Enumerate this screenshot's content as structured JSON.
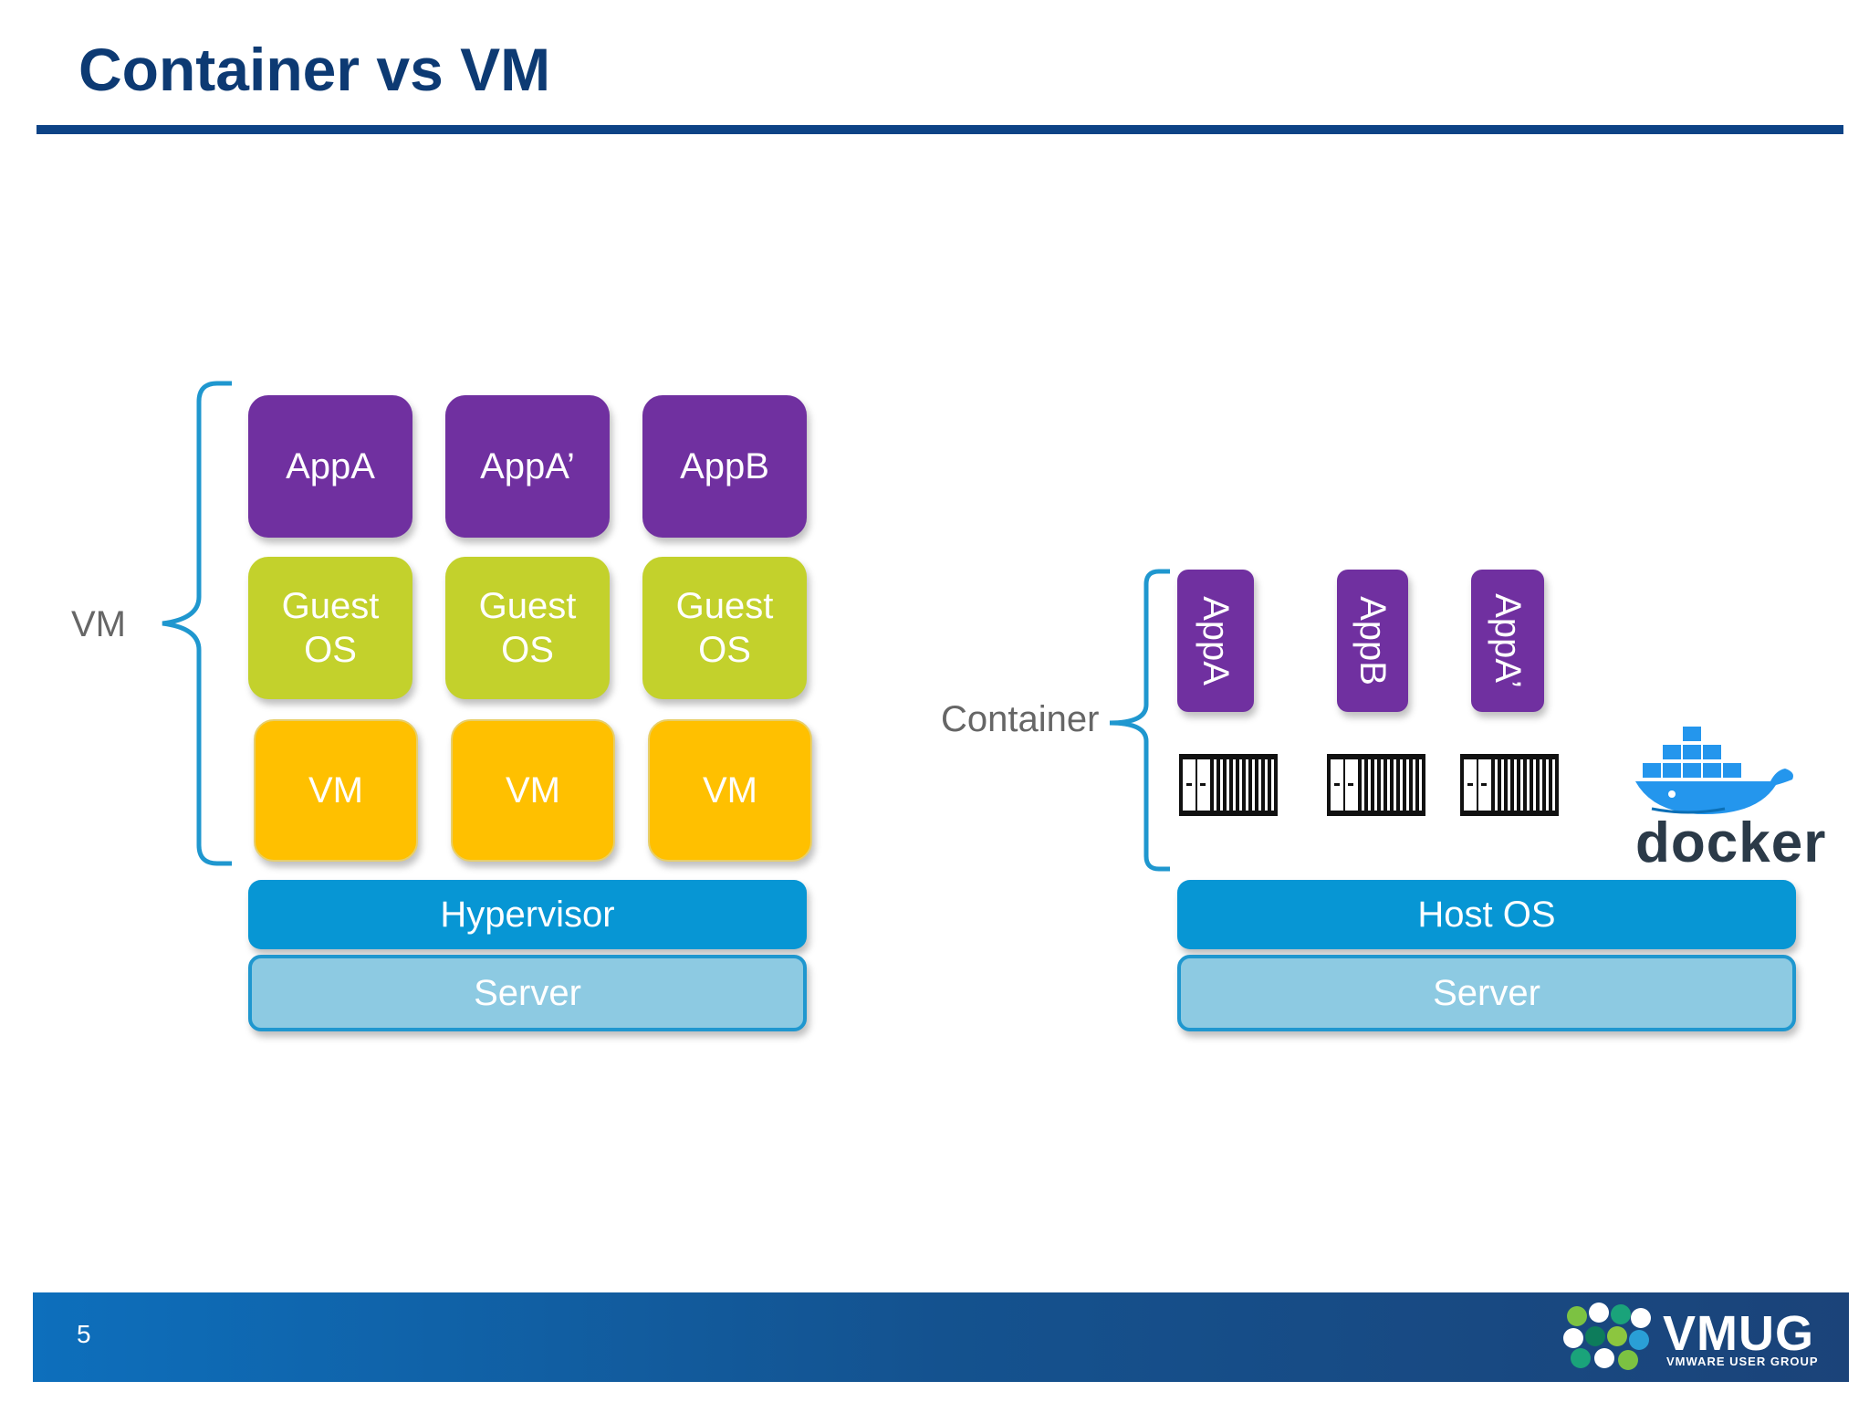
{
  "slide": {
    "title": "Container vs VM",
    "page_number": "5"
  },
  "vm_stack": {
    "brace_label": "VM",
    "apps": [
      "AppA",
      "AppA’",
      "AppB"
    ],
    "guest_os": [
      "Guest\nOS",
      "Guest\nOS",
      "Guest\nOS"
    ],
    "vms": [
      "VM",
      "VM",
      "VM"
    ],
    "hypervisor": "Hypervisor",
    "server": "Server"
  },
  "container_stack": {
    "brace_label": "Container",
    "apps": [
      "AppA",
      "AppB",
      "AppA’"
    ],
    "host_os": "Host OS",
    "server": "Server",
    "docker_logo_text": "docker"
  },
  "footer": {
    "brand": "VMUG",
    "brand_sub": "VMWARE USER GROUP"
  },
  "colors": {
    "title": "#0d3a73",
    "app": "#7030a0",
    "guest_os": "#c3d12c",
    "vm": "#ffc000",
    "hypervisor": "#0796d4",
    "server": "#8dcae2",
    "brace": "#1f97cf"
  }
}
